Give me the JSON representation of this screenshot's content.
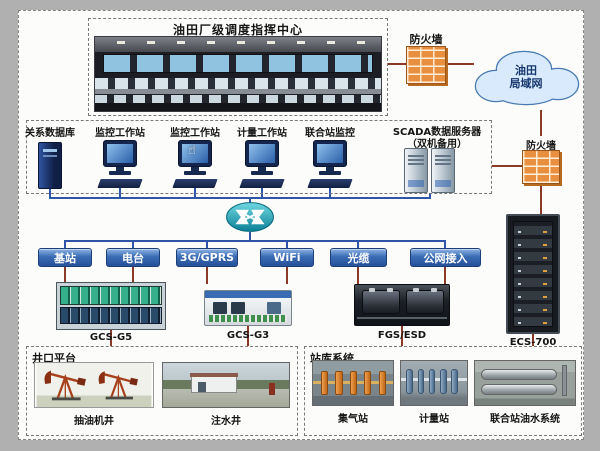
{
  "diagram": {
    "control_center": {
      "title": "油田厂级调度指挥中心"
    },
    "firewall_top": {
      "label": "防火墙"
    },
    "cloud": {
      "line1": "油田",
      "line2": "局域网"
    },
    "firewall_right": {
      "label": "防火墙"
    },
    "workstations": {
      "items": [
        {
          "label": "关系数据库",
          "icon": "database-tower-icon"
        },
        {
          "label": "监控工作站",
          "icon": "crt-monitor-icon"
        },
        {
          "label": "监控工作站",
          "icon": "crt-monitor-hand-icon"
        },
        {
          "label": "计量工作站",
          "icon": "crt-monitor-icon"
        },
        {
          "label": "联合站监控",
          "icon": "crt-monitor-icon"
        }
      ],
      "scada_title": "SCADA数据服务器",
      "scada_subtitle": "（双机备用）"
    },
    "network_links": [
      {
        "label": "基站"
      },
      {
        "label": "电台"
      },
      {
        "label": "3G/GPRS"
      },
      {
        "label": "WiFi"
      },
      {
        "label": "光缆"
      },
      {
        "label": "公网接入"
      }
    ],
    "devices": [
      {
        "label": "GCS-G5"
      },
      {
        "label": "GCS-G3"
      },
      {
        "label": "FGS/ESD"
      },
      {
        "label": "ECS-700"
      }
    ],
    "wellhead_platform": {
      "title": "井口平台",
      "items": [
        {
          "label": "抽油机井"
        },
        {
          "label": "注水井"
        }
      ]
    },
    "station_system": {
      "title": "站库系统",
      "items": [
        {
          "label": "集气站"
        },
        {
          "label": "计量站"
        },
        {
          "label": "联合站油水系统"
        }
      ]
    },
    "colors": {
      "line_red": "#8b3a28",
      "line_blue": "#2f55a8",
      "button_blue": "#3a6cb4",
      "firewall_orange": "#e8903f",
      "router_teal": "#18a0b4"
    }
  }
}
